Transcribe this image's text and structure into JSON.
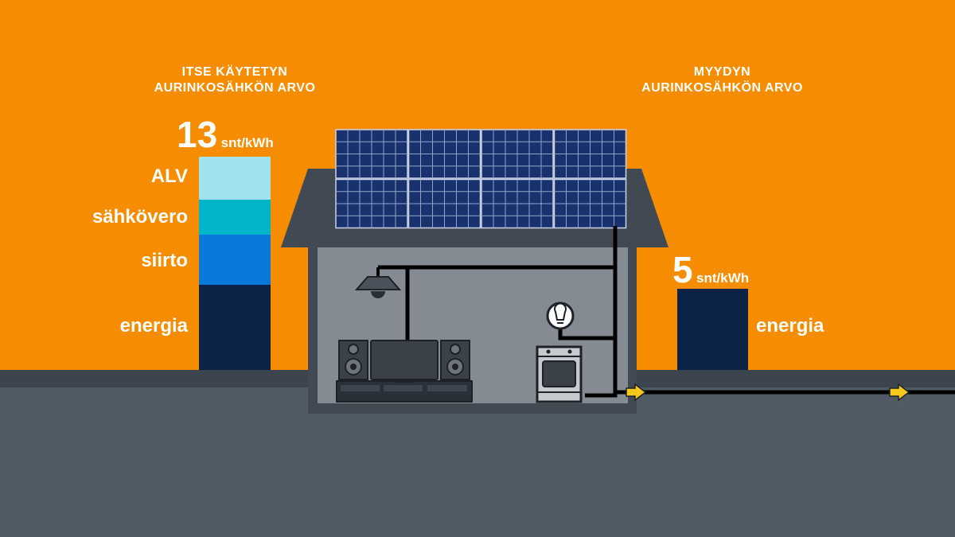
{
  "left": {
    "heading_line1": "ITSE KÄYTETYN",
    "heading_line2": "AURINKOSÄHKÖN ARVO",
    "value": "13",
    "unit": "snt/kWh",
    "segments": [
      {
        "label": "ALV",
        "color": "#9EE3EF"
      },
      {
        "label": "sähkövero",
        "color": "#00B4C9"
      },
      {
        "label": "siirto",
        "color": "#0A78D8"
      },
      {
        "label": "energia",
        "color": "#0C2347"
      }
    ]
  },
  "right": {
    "heading_line1": "MYYDYN",
    "heading_line2": "AURINKOSÄHKÖN ARVO",
    "value": "5",
    "unit": "snt/kWh",
    "segments": [
      {
        "label": "energia",
        "color": "#0C2347"
      }
    ]
  },
  "colors": {
    "background": "#F68D00",
    "ground": "#515B66",
    "house": "#414A53",
    "interior": "#848B92",
    "panel": "#19326E",
    "arrow": "#F6C81B"
  },
  "icons": [
    "solar-panel-icon",
    "ceiling-lamp-icon",
    "light-bulb-icon",
    "tv-icon",
    "speaker-icon",
    "stove-icon",
    "arrow-right-icon"
  ]
}
